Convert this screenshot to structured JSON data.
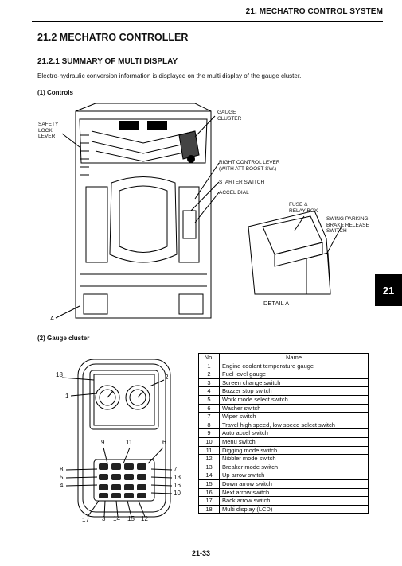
{
  "header": {
    "title": "21. MECHATRO CONTROL SYSTEM"
  },
  "section": {
    "title": "21.2 MECHATRO CONTROLLER"
  },
  "subsection": {
    "title": "21.2.1 SUMMARY OF MULTI DISPLAY"
  },
  "intro": "Electro-hydraulic conversion information is displayed on the multi display of the gauge cluster.",
  "controls": {
    "heading": "(1) Controls",
    "labels": {
      "safety_lock": [
        "SAFETY",
        "LOCK",
        "LEVER"
      ],
      "gauge_cluster": [
        "GAUGE",
        "CLUSTER"
      ],
      "right_lever": [
        "RIGHT CONTROL LEVER",
        "(WITH ATT BOOST SW.)"
      ],
      "starter": "STARTER SWITCH",
      "accel": "ACCEL DIAL",
      "fuse": [
        "FUSE &",
        "RELAY BOX"
      ],
      "swing": [
        "SWING PARKING",
        "BRAKE RELEASE",
        "SWITCH"
      ],
      "a_marker": "A",
      "detail": "DETAIL A"
    }
  },
  "gauge": {
    "heading": "(2) Gauge cluster",
    "callouts": {
      "n18": "18",
      "n1": "1",
      "n2": "2",
      "n9": "9",
      "n11": "11",
      "n6": "6",
      "n8": "8",
      "n5": "5",
      "n4": "4",
      "n7": "7",
      "n13": "13",
      "n16": "16",
      "n10": "10",
      "n17": "17",
      "n3": "3",
      "n14": "14",
      "n15": "15",
      "n12": "12"
    }
  },
  "table": {
    "headers": [
      "No.",
      "Name"
    ],
    "rows": [
      [
        "1",
        "Engine coolant temperature gauge"
      ],
      [
        "2",
        "Fuel level gauge"
      ],
      [
        "3",
        "Screen change switch"
      ],
      [
        "4",
        "Buzzer stop switch"
      ],
      [
        "5",
        "Work mode select switch"
      ],
      [
        "6",
        "Washer switch"
      ],
      [
        "7",
        "Wiper switch"
      ],
      [
        "8",
        "Travel high speed, low speed select switch"
      ],
      [
        "9",
        "Auto accel switch"
      ],
      [
        "10",
        "Menu switch"
      ],
      [
        "11",
        "Digging mode switch"
      ],
      [
        "12",
        "Nibbler mode switch"
      ],
      [
        "13",
        "Breaker mode switch"
      ],
      [
        "14",
        "Up arrow switch"
      ],
      [
        "15",
        "Down arrow switch"
      ],
      [
        "16",
        "Next arrow switch"
      ],
      [
        "17",
        " Back arrow switch"
      ],
      [
        "18",
        "Multi display (LCD)"
      ]
    ]
  },
  "side_tab": "21",
  "page_number": "21-33"
}
